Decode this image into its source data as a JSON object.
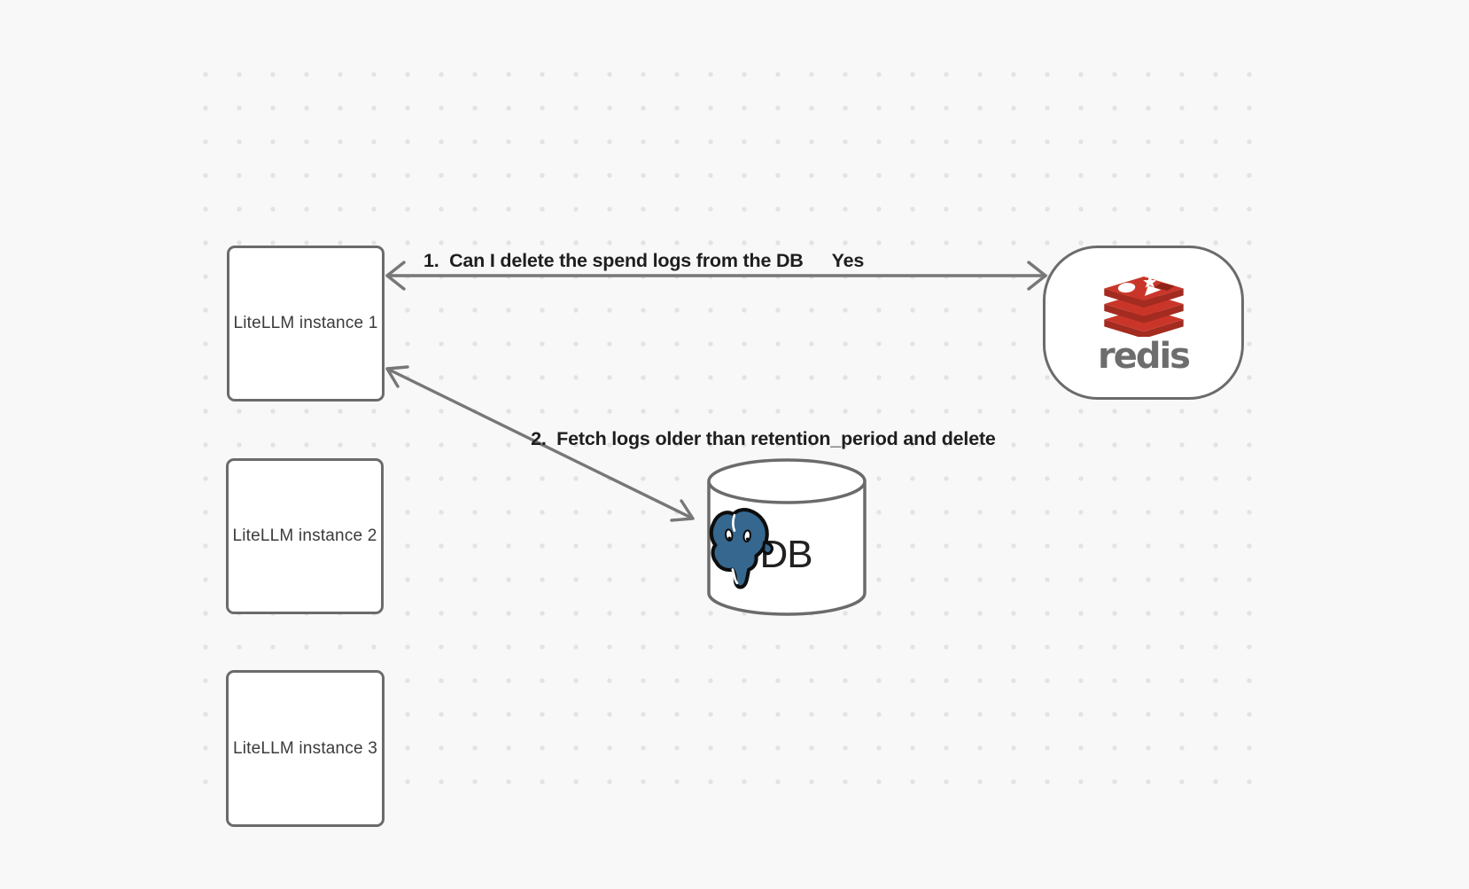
{
  "nodes": {
    "instances": [
      {
        "label": "LiteLLM instance 1"
      },
      {
        "label": "LiteLLM instance 2"
      },
      {
        "label": "LiteLLM instance 3"
      }
    ],
    "redis": {
      "wordmark": "redis"
    },
    "database": {
      "label": "DB"
    }
  },
  "annotations": {
    "step1": {
      "label": "1.  Can I delete the spend logs from the DB",
      "answer": "Yes"
    },
    "step2": {
      "label": "2.  Fetch logs older than retention_period and delete"
    }
  },
  "colors": {
    "background": "#f8f8f8",
    "grid_dot": "#e3e3e3",
    "shape_stroke": "#6b6b6b",
    "arrow_stroke": "#777777",
    "annotation_text": "#1e1e1e",
    "node_label_text": "#3b3b3b",
    "redis_red": "#c93629",
    "redis_red_dark": "#a32b20",
    "redis_wordmark_gray": "#6d6d6d",
    "postgres_blue": "#36688f",
    "db_text": "#212121"
  }
}
